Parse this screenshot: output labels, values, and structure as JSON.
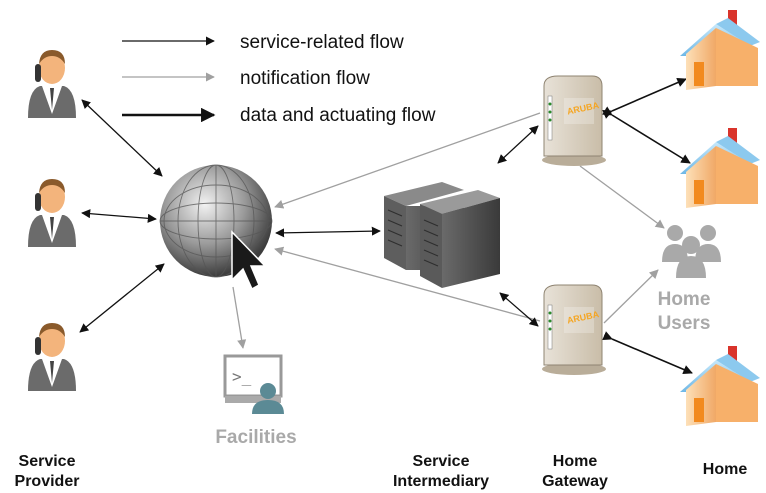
{
  "legend": {
    "service_related": "service-related flow",
    "notification": "notification flow",
    "data_actuating": "data and actuating flow"
  },
  "labels": {
    "service_provider_line1": "Service",
    "service_provider_line2": "Provider",
    "facilities": "Facilities",
    "service_intermediary_line1": "Service",
    "service_intermediary_line2": "Intermediary",
    "home_gateway_line1": "Home",
    "home_gateway_line2": "Gateway",
    "home": "Home",
    "home_users_line1": "Home",
    "home_users_line2": "Users"
  },
  "gateway_brand": "ARUBA",
  "colors": {
    "service_arrow": "#111111",
    "notification_arrow": "#a0a0a0",
    "house_wall": "#f6c48c",
    "house_roof": "#9fd3f5",
    "users_gray": "#a9a9a9"
  }
}
